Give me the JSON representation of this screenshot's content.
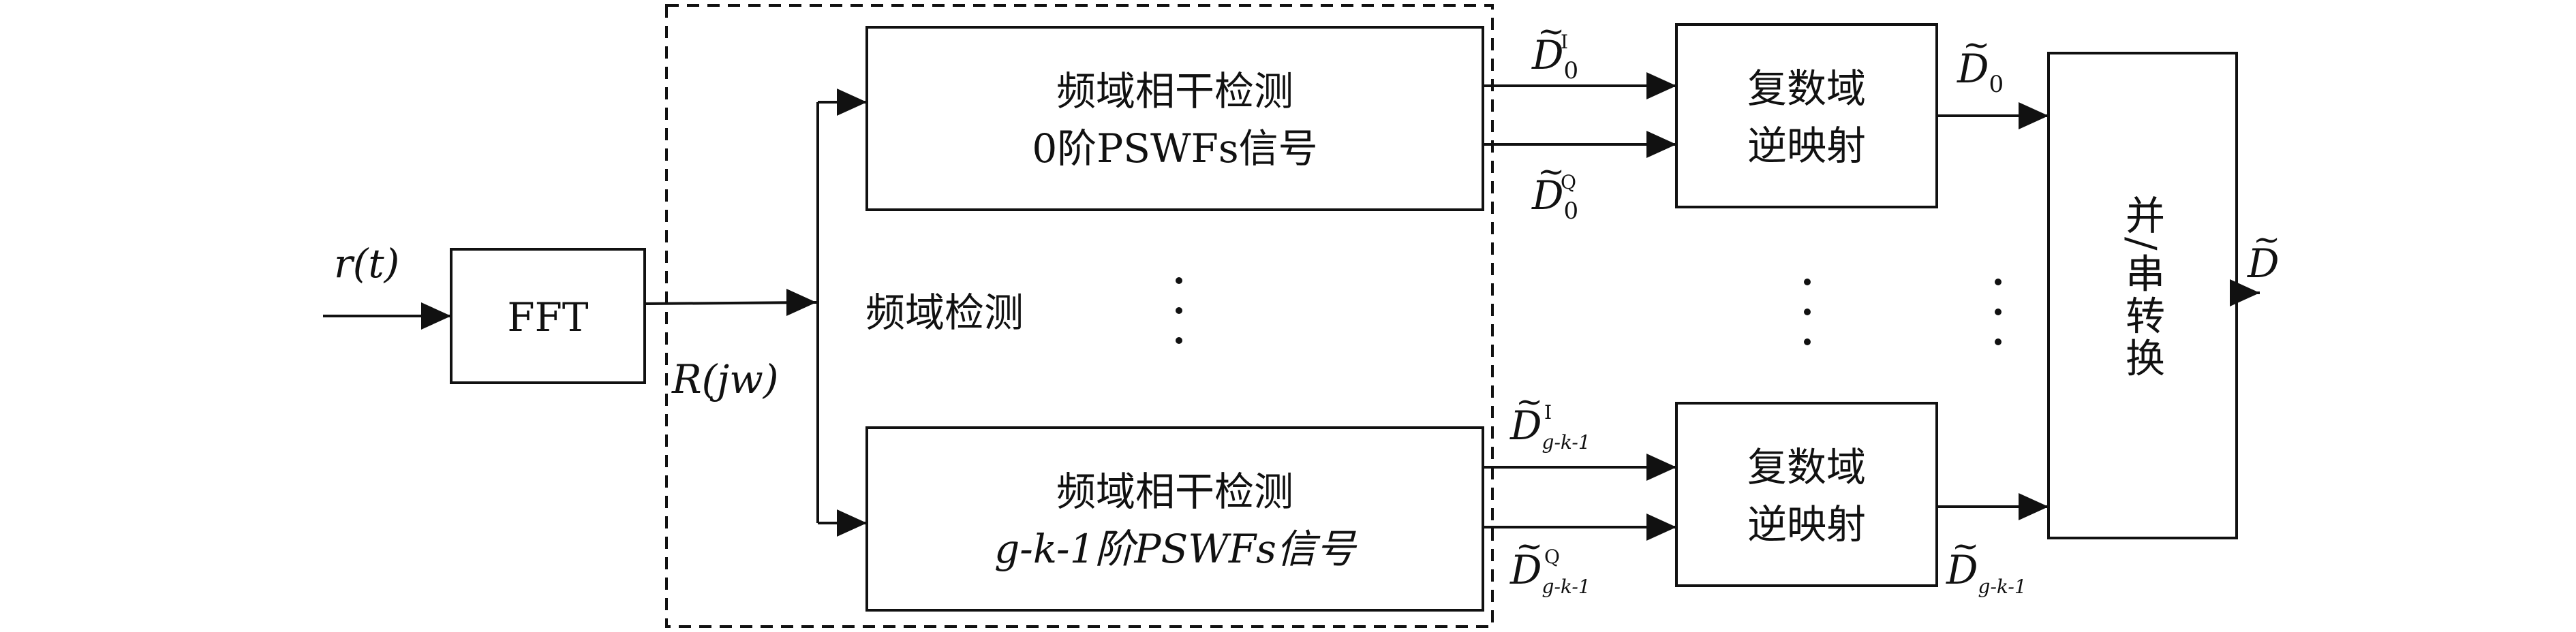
{
  "input_signal": "r(t)",
  "fft_block": "FFT",
  "fft_output": "R(jw)",
  "region_label": "频域检测",
  "det_top": {
    "line1": "频域相干检测",
    "line2": "0阶PSWFs信号"
  },
  "det_bottom": {
    "line1": "频域相干检测",
    "line2": "g-k-1阶PSWFs信号"
  },
  "top_i": {
    "base": "D",
    "sub": "0",
    "sup": "I"
  },
  "top_q": {
    "base": "D",
    "sub": "0",
    "sup": "Q"
  },
  "bot_i": {
    "base": "D",
    "sub": "g-k-1",
    "sup": "I"
  },
  "bot_q": {
    "base": "D",
    "sub": "g-k-1",
    "sup": "Q"
  },
  "demap_top": {
    "line1": "复数域",
    "line2": "逆映射"
  },
  "demap_bottom": {
    "line1": "复数域",
    "line2": "逆映射"
  },
  "out_top": {
    "base": "D",
    "sub": "0"
  },
  "out_bottom": {
    "base": "D",
    "sub": "g-k-1"
  },
  "ps_block": "并/串转换",
  "final_output": "D"
}
